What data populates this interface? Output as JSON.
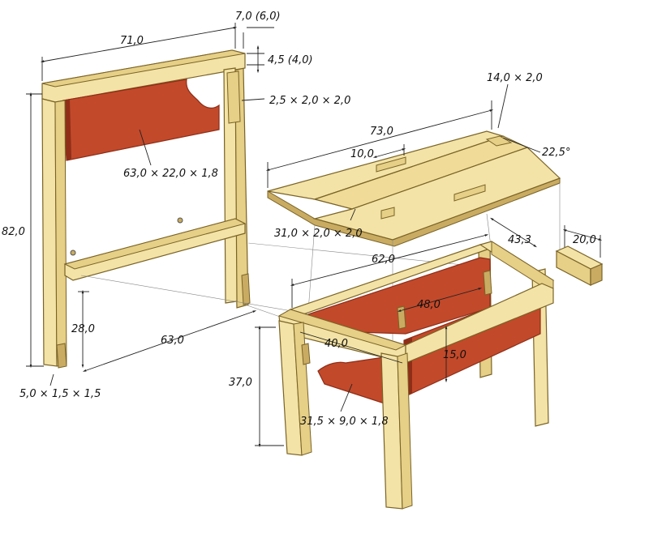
{
  "colors": {
    "wood_light": "#f3e3a6",
    "wood_mid": "#e6cf86",
    "wood_dark": "#c9ac62",
    "wood_line": "#7a6327",
    "panel": "#c2492a",
    "panel_dark": "#8f2e18",
    "panel_light": "#d9623d",
    "dim_line": "#222222",
    "guide_line": "#777777"
  },
  "backrest": {
    "width": "71,0",
    "height": "82,0",
    "post": "7,0 (6,0)",
    "rail": "4,5 (4,0)",
    "cleat": "2,5 × 2,0 × 2,0",
    "panel": "63,0 × 22,0 × 1,8",
    "stretcher_height": "28,0",
    "foot_block": "5,0 × 1,5 × 1,5",
    "depth": "63,0"
  },
  "lid": {
    "length": "73,0",
    "batten": "14,0 × 2,0",
    "slot": "10,0",
    "angle": "22,5°",
    "cleat": "31,0 × 2,0 × 2,0"
  },
  "table": {
    "length": "62,0",
    "inner": "48,0",
    "width": "40,0",
    "height": "37,0",
    "panel_height": "15,0",
    "end_panel": "31,5 × 9,0 × 1,8",
    "offset": "43,3",
    "block": "20,0"
  }
}
